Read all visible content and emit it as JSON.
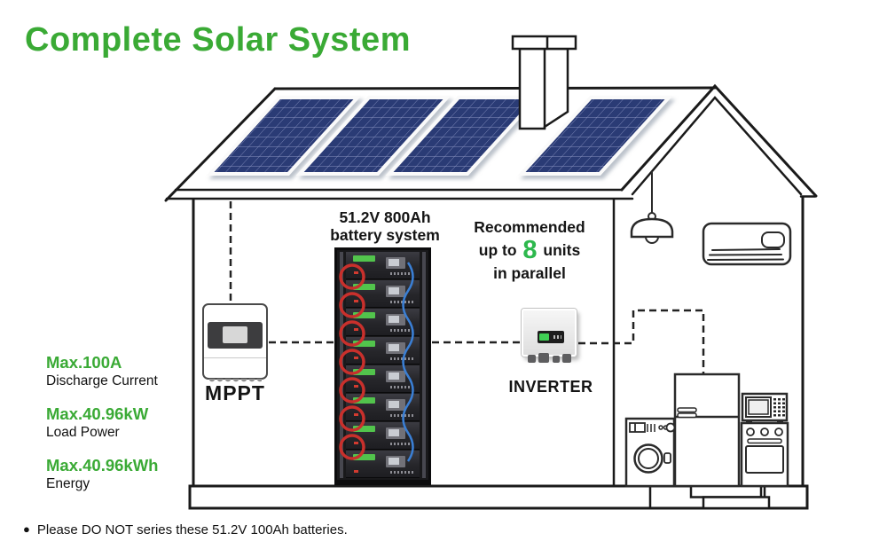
{
  "title": "Complete Solar System",
  "colors": {
    "accent_green": "#3aaa35",
    "count_green": "#2db84d",
    "panel_blue": "#2c3a74",
    "cable_red": "#c9302c",
    "cable_blue": "#3a7fd5",
    "line_black": "#1a1a1a"
  },
  "battery_system": {
    "heading_line1": "51.2V 800Ah",
    "heading_line2": "battery system",
    "module_count": 8
  },
  "recommendation": {
    "line1": "Recommended",
    "prefix": "up to",
    "count": "8",
    "suffix": "units",
    "line3": "in parallel"
  },
  "specs": [
    {
      "value": "Max.100A",
      "label": "Discharge Current"
    },
    {
      "value": "Max.40.96kW",
      "label": "Load Power"
    },
    {
      "value": "Max.40.96kWh",
      "label": "Energy"
    }
  ],
  "devices": {
    "mppt": "MPPT",
    "inverter": "INVERTER"
  },
  "footnote": {
    "bullet": "●",
    "text": "Please DO NOT series these 51.2V 100Ah batteries."
  },
  "diagram": {
    "solar_panel_count": 4,
    "appliance_icons": [
      "ceiling-lamp-icon",
      "air-conditioner-icon",
      "washing-machine-icon",
      "refrigerator-icon",
      "microwave-icon",
      "stove-oven-icon"
    ]
  }
}
